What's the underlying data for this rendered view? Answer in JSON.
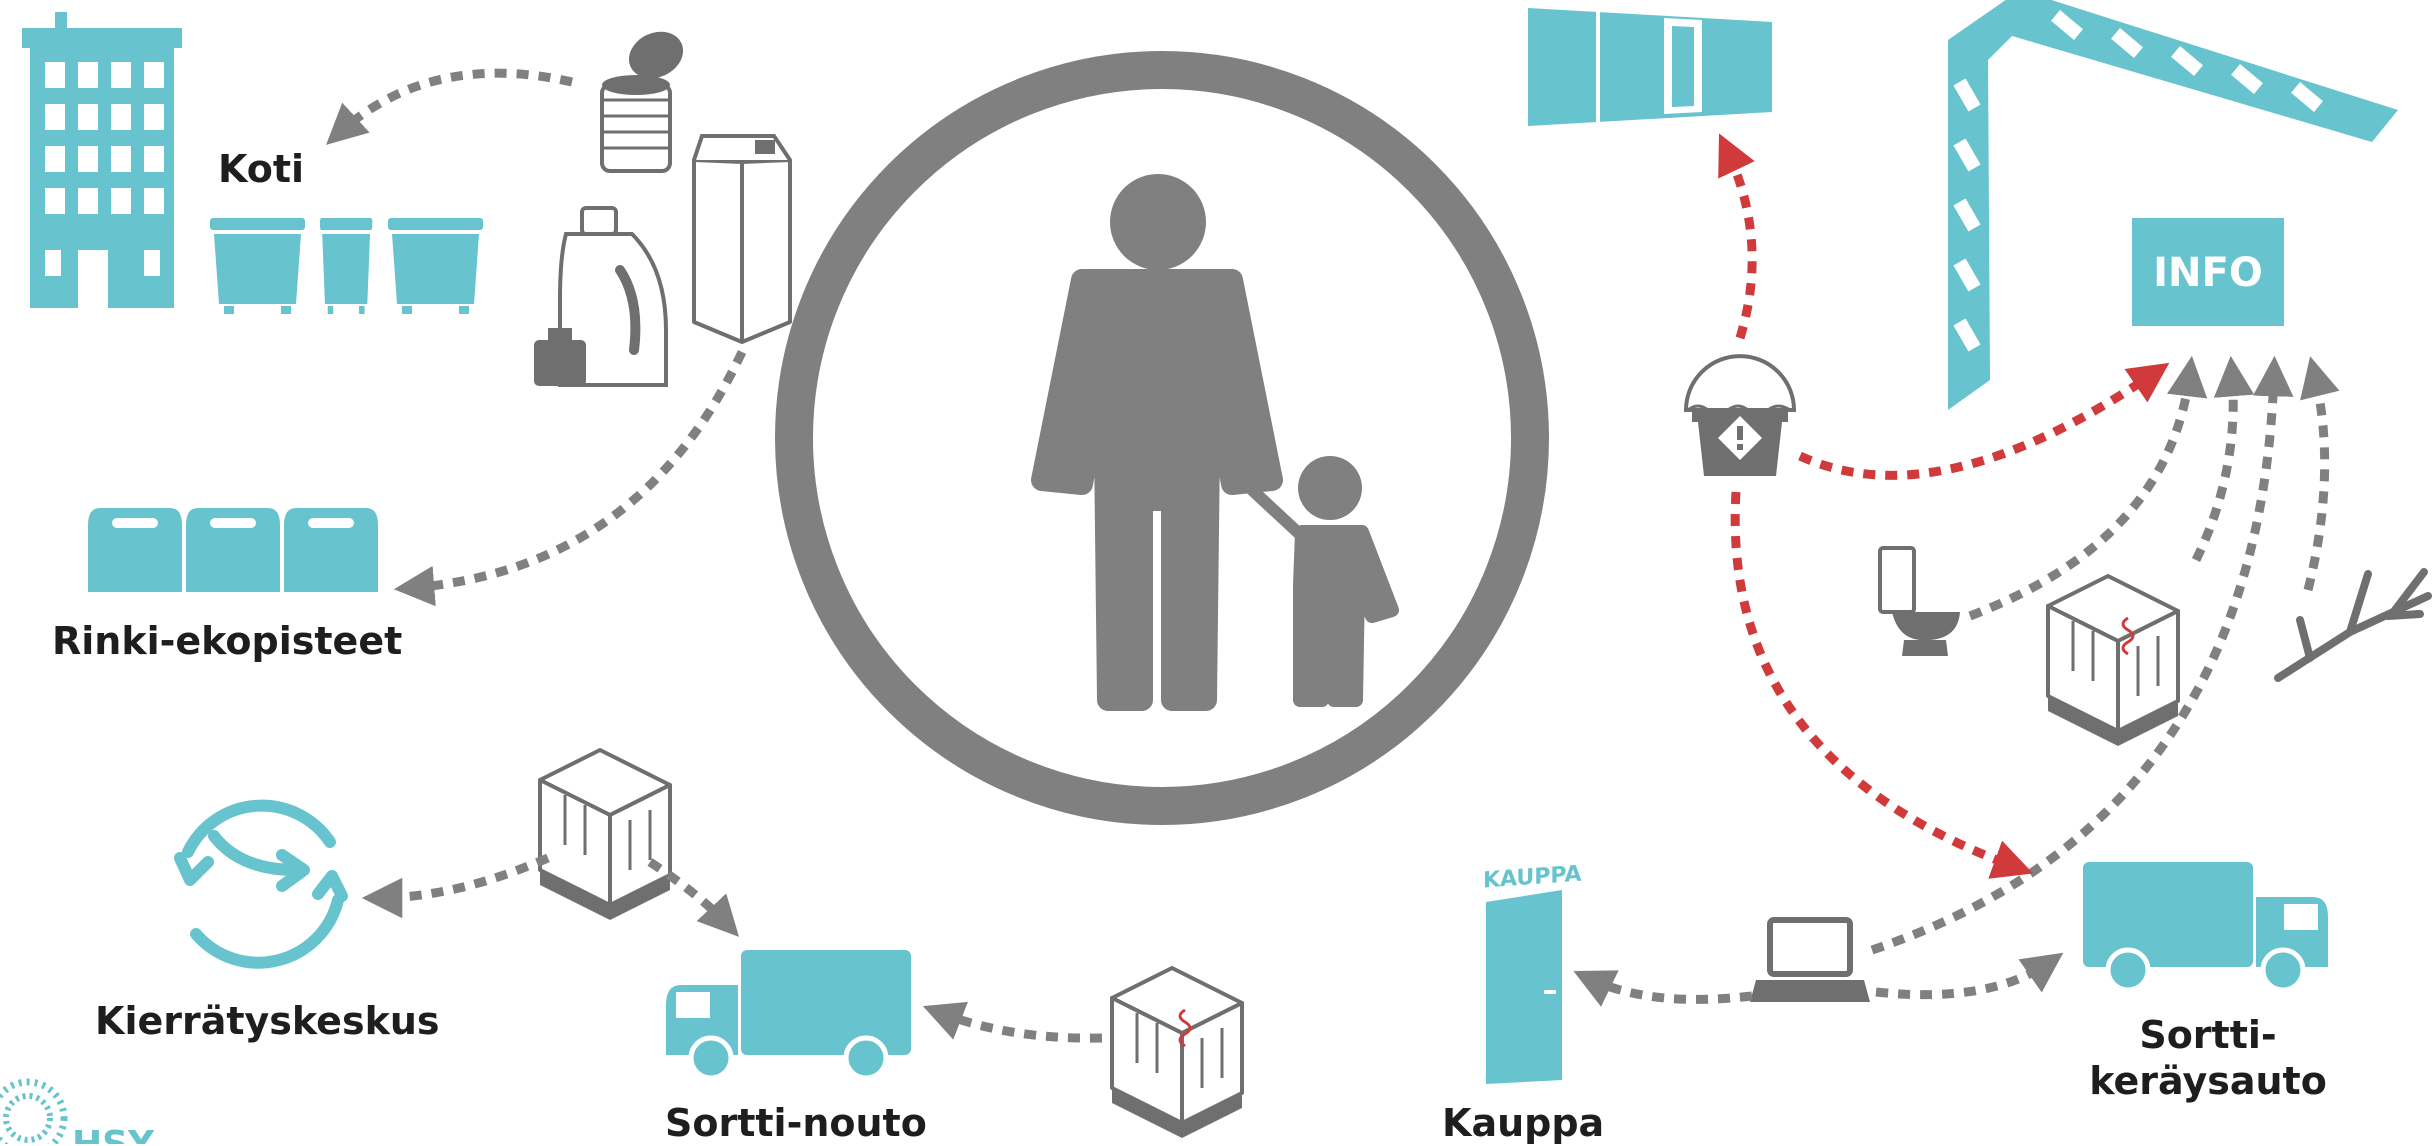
{
  "labels": {
    "koti": "Koti",
    "rinki": "Rinki-ekopisteet",
    "kierratyskeskus": "Kierrätyskeskus",
    "sortti_nouto": "Sortti-nouto",
    "kauppa": "Kauppa",
    "sortti_kerays_1": "Sortti-",
    "sortti_kerays_2": "keräysauto"
  },
  "sign_texts": {
    "info": "INFO",
    "kauppa_sign": "KAUPPA",
    "logo": "HSY"
  },
  "colors": {
    "teal": "#67c3cd",
    "gray": "#808080",
    "red": "#d03a3a",
    "outline": "#6f6f6f",
    "text": "#1e1e1e"
  },
  "icons": [
    "apartment-building-icon",
    "waste-bins-icon",
    "tin-can-icon",
    "milk-carton-icon",
    "detergent-bottle-icon",
    "rinki-containers-icon",
    "recycling-arrows-icon",
    "armchair-icon",
    "van-icon",
    "shop-door-icon",
    "laptop-icon",
    "hazardous-waste-bin-icon",
    "container-icon",
    "crane-icon",
    "info-sign-icon",
    "toilet-icon",
    "branch-icon",
    "parent-child-icon",
    "hsy-logo-icon"
  ]
}
